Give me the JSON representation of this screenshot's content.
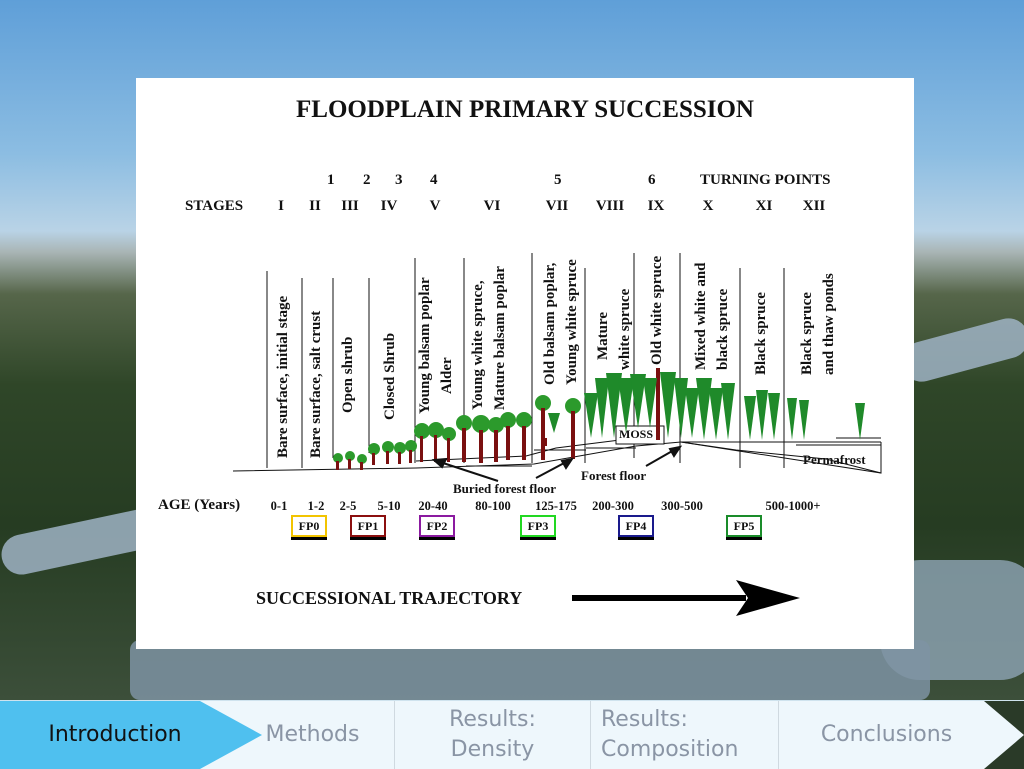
{
  "title": "FLOODPLAIN PRIMARY SUCCESSION",
  "turning_points": {
    "label": "TURNING POINTS",
    "numbers": [
      "1",
      "2",
      "3",
      "4",
      "5",
      "6"
    ]
  },
  "stages": {
    "label": "STAGES",
    "items": [
      "I",
      "II",
      "III",
      "IV",
      "V",
      "VI",
      "VII",
      "VIII",
      "IX",
      "X",
      "XI",
      "XII"
    ]
  },
  "vegetation_labels": [
    "Bare surface, initial stage",
    "Bare surface, salt crust",
    "Open shrub",
    "Closed Shrub",
    "Young balsam poplar",
    "Alder",
    "Young white spruce,",
    "Mature balsam poplar",
    "Old balsam poplar,",
    "Young white spruce",
    "Mature",
    "white spruce",
    "Old white spruce",
    "Mixed white and",
    "black spruce",
    "Black spruce",
    "Black spruce",
    "and thaw ponds"
  ],
  "diagram_text": {
    "moss": "MOSS",
    "forest_floor": "Forest floor",
    "buried_forest_floor": "Buried forest floor",
    "permafrost": "Permafrost"
  },
  "age": {
    "label": "AGE (Years)",
    "values": [
      "0-1",
      "1-2",
      "2-5",
      "5-10",
      "20-40",
      "80-100",
      "125-175",
      "200-300",
      "300-500",
      "500-1000+"
    ]
  },
  "plots": [
    {
      "label": "FP0",
      "color": "#f2c400"
    },
    {
      "label": "FP1",
      "color": "#8b0f0f"
    },
    {
      "label": "FP2",
      "color": "#8b1aa0"
    },
    {
      "label": "FP3",
      "color": "#22d822"
    },
    {
      "label": "FP4",
      "color": "#1a1a8c"
    },
    {
      "label": "FP5",
      "color": "#1a8c2a"
    }
  ],
  "trajectory_label": "SUCCESSIONAL TRAJECTORY",
  "nav": {
    "tabs": [
      "Introduction",
      "Methods",
      "Results: Density",
      "Results: Composition",
      "Conclusions"
    ],
    "tab_lines": {
      "density": [
        "Results:",
        "Density"
      ],
      "composition": [
        "Results:",
        "Composition"
      ]
    },
    "active_color": "#4fc0ef"
  }
}
